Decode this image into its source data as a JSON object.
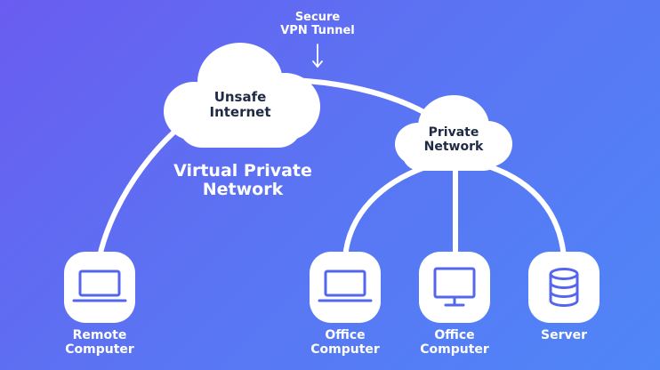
{
  "tunnel": {
    "line1": "Secure",
    "line2": "VPN Tunnel"
  },
  "clouds": {
    "internet": {
      "line1": "Unsafe",
      "line2": "Internet"
    },
    "private": {
      "line1": "Private",
      "line2": "Network"
    }
  },
  "title": {
    "line1": "Virtual Private",
    "line2": "Network"
  },
  "devices": [
    {
      "line1": "Remote",
      "line2": "Computer",
      "icon": "laptop-icon"
    },
    {
      "line1": "Office",
      "line2": "Computer",
      "icon": "laptop-icon"
    },
    {
      "line1": "Office",
      "line2": "Computer",
      "icon": "monitor-icon"
    },
    {
      "line1": "Server",
      "line2": "",
      "icon": "database-icon"
    }
  ],
  "colors": {
    "background_start": "#6a5cf0",
    "background_end": "#4f86f7",
    "foreground": "#ffffff",
    "icon_stroke": "#5566ee",
    "cloud_text": "#1f2a44"
  }
}
